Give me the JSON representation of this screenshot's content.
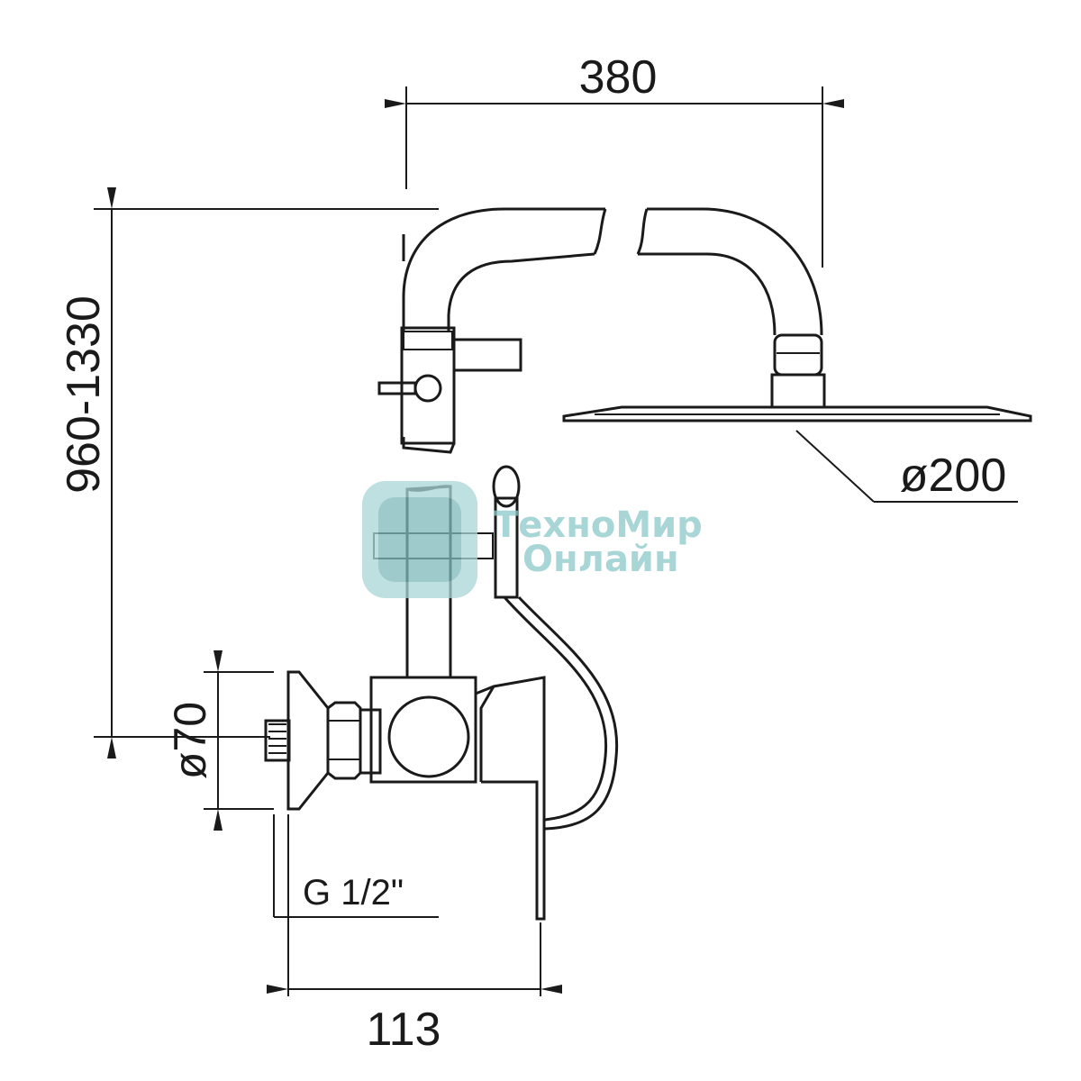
{
  "dimensions": {
    "top_width": "380",
    "height_range": "960-1330",
    "shower_head_diameter": "ø200",
    "flange_diameter": "ø70",
    "thread": "G 1/2\"",
    "bottom_width": "113"
  },
  "watermark": {
    "line1": "ТехноМир",
    "line2": "Онлайн",
    "color": "#8cc7c8"
  },
  "colors": {
    "line": "#1a1a1a",
    "background": "#ffffff"
  }
}
